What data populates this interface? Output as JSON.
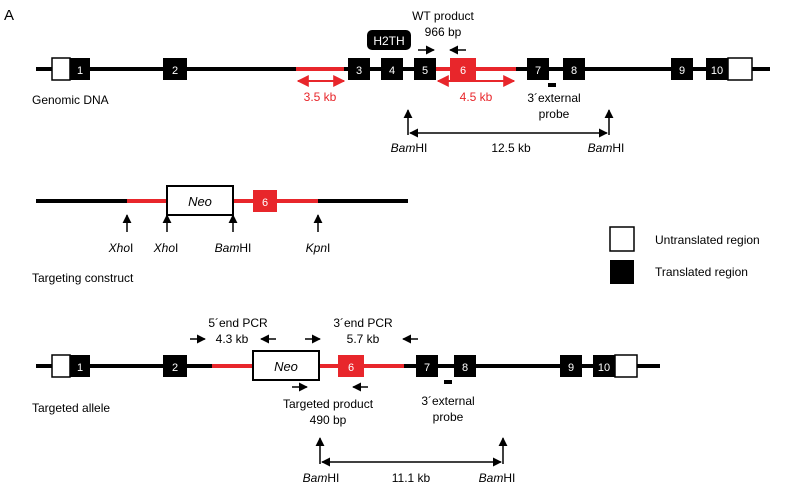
{
  "panel_label": "A",
  "colors": {
    "black": "#000000",
    "red": "#e8262b",
    "white": "#ffffff"
  },
  "genomic": {
    "label": "Genomic DNA",
    "exons": [
      "1",
      "2",
      "3",
      "4",
      "5",
      "6",
      "7",
      "8",
      "9",
      "10"
    ],
    "wt_product_title": "WT product",
    "wt_product_size": "966 bp",
    "h2th_label": "H2TH",
    "arm_left_size": "3.5 kb",
    "arm_right_size": "4.5 kb",
    "probe_label_1": "3´external",
    "probe_label_2": "probe",
    "bam_left_italic": "Bam",
    "bam_left_rest": "HI",
    "bam_right_italic": "Bam",
    "bam_right_rest": "HI",
    "bam_distance": "12.5 kb"
  },
  "construct": {
    "label": "Targeting construct",
    "neo_label": "Neo",
    "exon_label": "6",
    "xho1_italic": "Xho",
    "xho1_rest": "I",
    "xho2_italic": "Xho",
    "xho2_rest": "I",
    "bam_italic": "Bam",
    "bam_rest": "HI",
    "kpn_italic": "Kpn",
    "kpn_rest": "I"
  },
  "legend": {
    "untranslated": "Untranslated region",
    "translated": "Translated region"
  },
  "targeted": {
    "label": "Targeted allele",
    "exons": [
      "1",
      "2",
      "6",
      "7",
      "8",
      "9",
      "10"
    ],
    "neo_label": "Neo",
    "pcr5_title": "5´end PCR",
    "pcr5_size": "4.3 kb",
    "pcr3_title": "3´end PCR",
    "pcr3_size": "5.7 kb",
    "targeted_product_title": "Targeted product",
    "targeted_product_size": "490 bp",
    "probe_label_1": "3´external",
    "probe_label_2": "probe",
    "bam_left_italic": "Bam",
    "bam_left_rest": "HI",
    "bam_right_italic": "Bam",
    "bam_right_rest": "HI",
    "bam_distance": "11.1 kb"
  }
}
